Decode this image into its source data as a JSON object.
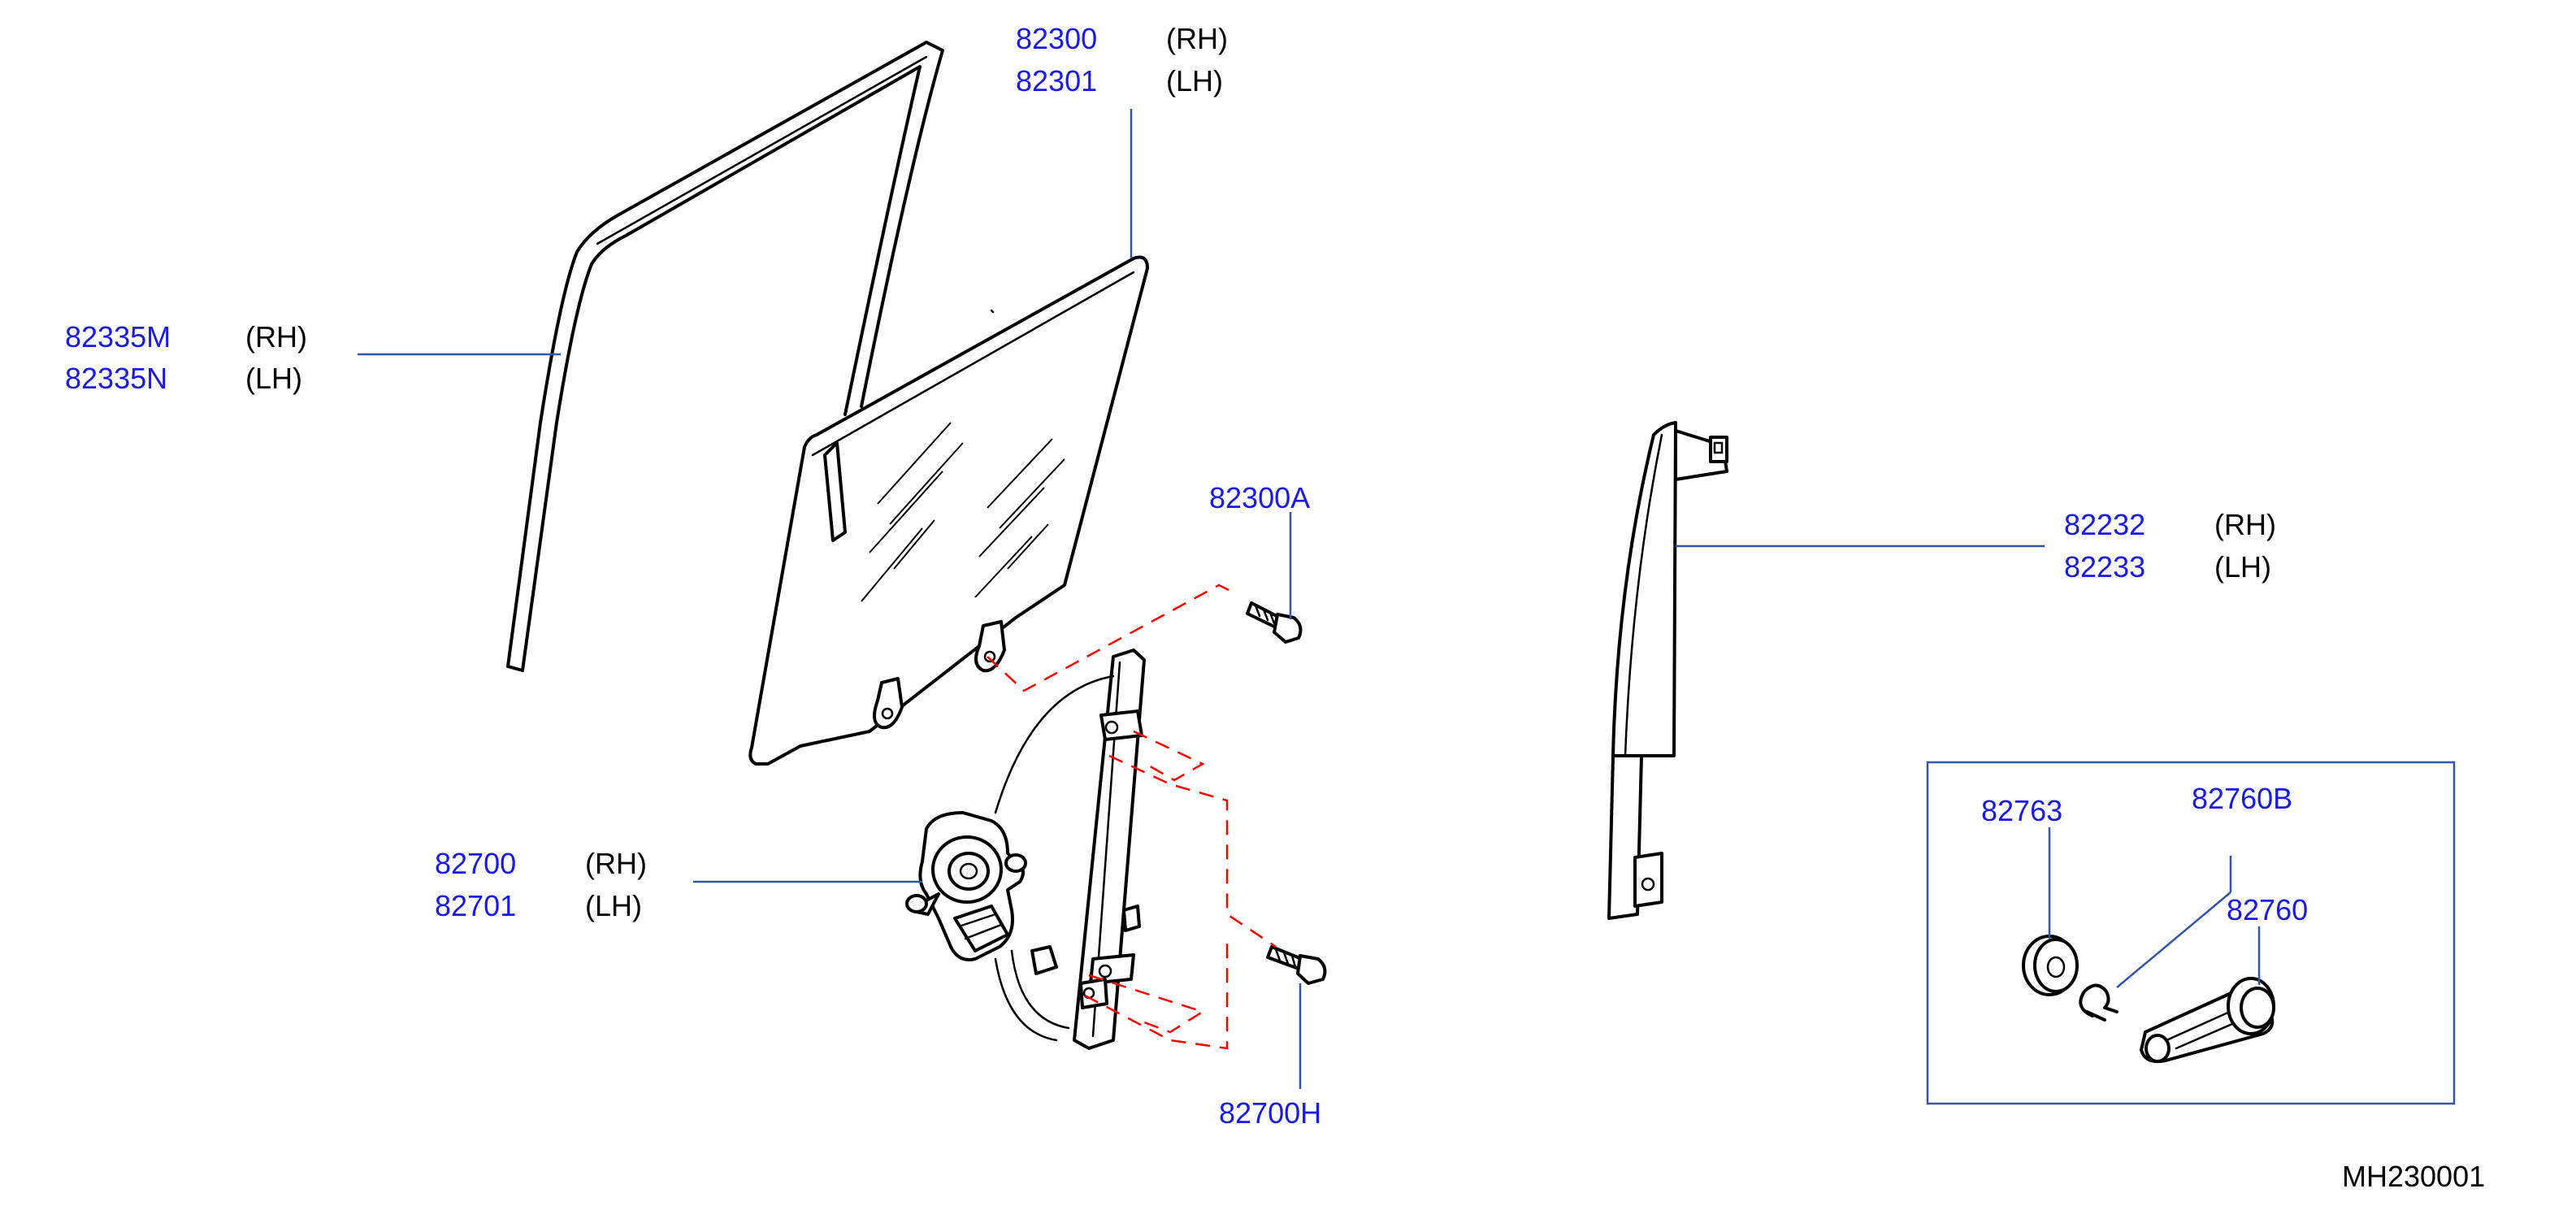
{
  "colors": {
    "part_number": "#1a1ae6",
    "leader": "#3355aa",
    "callout_dash": "#ff0000",
    "line": "#000000"
  },
  "labels": {
    "sash_seal": {
      "rh_number": "82335M",
      "rh_side": "(RH)",
      "lh_number": "82335N",
      "lh_side": "(LH)"
    },
    "door_glass": {
      "rh_number": "82300",
      "rh_side": "(RH)",
      "lh_number": "82301",
      "lh_side": "(LH)"
    },
    "glass_bolt": {
      "number": "82300A"
    },
    "sash": {
      "rh_number": "82232",
      "rh_side": "(RH)",
      "lh_number": "82233",
      "lh_side": "(LH)"
    },
    "regulator": {
      "rh_number": "82700",
      "rh_side": "(RH)",
      "lh_number": "82701",
      "lh_side": "(LH)"
    },
    "regulator_bolt": {
      "number": "82700H"
    },
    "escutcheon": {
      "number": "82763"
    },
    "clip": {
      "number": "82760B"
    },
    "handle": {
      "number": "82760"
    }
  },
  "diagram_code": "MH230001"
}
